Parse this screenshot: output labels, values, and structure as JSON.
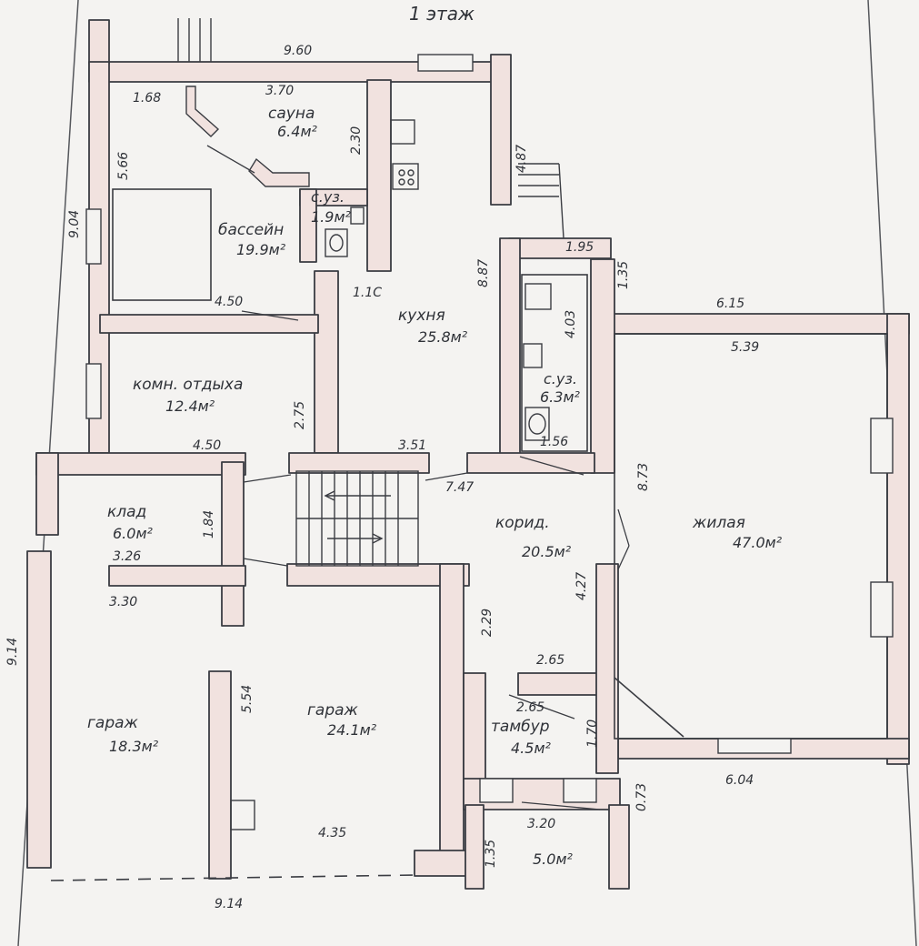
{
  "floor_title": "1 этаж",
  "colors": {
    "paper": "#f4f3f1",
    "wall_fill": "#f1e2df",
    "wall_stroke": "#3a3c42",
    "ink": "#2f3238",
    "frame": "#55575c"
  },
  "rooms": {
    "sauna": {
      "name": "сауна",
      "area": "6.4м²"
    },
    "wc_small": {
      "name": "с.уз.",
      "area": "1.9м²"
    },
    "pool": {
      "name": "бассейн",
      "area": "19.9м²"
    },
    "kitchen": {
      "name": "кухня",
      "area": "25.8м²"
    },
    "wc_big": {
      "name": "с.уз.",
      "area": "6.3м²"
    },
    "rest": {
      "name": "комн. отдыха",
      "area": "12.4м²"
    },
    "living": {
      "name": "жилая",
      "area": "47.0м²"
    },
    "storage": {
      "name": "клад",
      "area": "6.0м²"
    },
    "corridor": {
      "name": "корид.",
      "area": "20.5м²"
    },
    "garage_left": {
      "name": "гараж",
      "area": "18.3м²"
    },
    "garage_right": {
      "name": "гараж",
      "area": "24.1м²"
    },
    "vestibule": {
      "name": "тамбур",
      "area": "4.5м²"
    },
    "room_5": {
      "area": "5.0м²"
    }
  },
  "dimensions": {
    "top_width": "9.60",
    "sauna_h": "2.30",
    "sauna_w": "3.70",
    "pool_w": "4.50",
    "pool_h": "5.66",
    "pool_corner": "1.68",
    "left_wall": "9.04",
    "kitchen_top": "4.87",
    "kitchen_h": "8.87",
    "kitchen_w": "1.1С",
    "step_w": "1.95",
    "step_h": "1.35",
    "living_top": "6.15",
    "living_inner": "5.39",
    "wc_big_h": "4.03",
    "wc_big_w": "1.56",
    "rest_w": "4.50",
    "rest_h": "2.75",
    "kitchen_bottom": "3.51",
    "corridor_len": "7.47",
    "living_h": "8.73",
    "storage_h": "1.84",
    "storage_w": "3.26",
    "garage_top": "3.30",
    "corridor_w": "4.27",
    "corridor_h": "2.29",
    "tambur_top": "2.65",
    "tambur_in": "2.65",
    "tambur_h": "1.70",
    "left_total": "9.14",
    "garage_h": "5.54",
    "garage_w": "4.35",
    "room5_w": "3.20",
    "room5_h": "1.35",
    "living_bottom": "6.04",
    "offset": "0.73",
    "bottom_total": "9.14"
  }
}
